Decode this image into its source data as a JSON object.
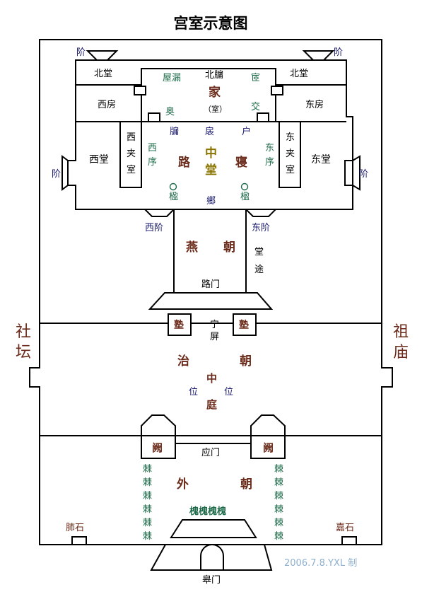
{
  "title": "宫室示意图",
  "side": {
    "left": [
      "社",
      "坛"
    ],
    "right": [
      "祖",
      "庙"
    ]
  },
  "stairs": {
    "top_left": "阶",
    "top_right": "阶",
    "left": "阶",
    "right": "阶",
    "west": "西阶",
    "east": "东阶"
  },
  "upper": {
    "north_hall_left": "北堂",
    "north_hall_right": "北堂",
    "west_room": "西房",
    "east_room": "东房",
    "wuliu": "屋漏",
    "beiyong": "北牖",
    "yi": "宧",
    "jia": "家",
    "shi": "（室）",
    "ao": "奥",
    "yao": "交",
    "west_hall": "西堂",
    "east_hall": "东堂",
    "west_side_room": [
      "西",
      "夹",
      "室"
    ],
    "east_side_room": [
      "东",
      "夹",
      "室"
    ],
    "west_xu": [
      "西",
      "序"
    ],
    "east_xu": [
      "东",
      "序"
    ],
    "yong": "牖",
    "yi2": "扆",
    "hu": "户",
    "lu": "路",
    "qin": "寝",
    "zhongtang": [
      "中",
      "堂"
    ],
    "ying_left": "楹",
    "ying_right": "楹",
    "xiang": "鄉"
  },
  "yanchao": {
    "yan": "燕",
    "chao": "朝",
    "tangtu": [
      "堂",
      "途"
    ],
    "lumen": "路门",
    "shu_left": "塾",
    "shu_right": "塾",
    "ningping": [
      "宁",
      "屏"
    ]
  },
  "zhichao": {
    "zhi": "治",
    "chao": "朝",
    "zhong": "中",
    "ting": "庭",
    "wei_left": "位",
    "wei_right": "位"
  },
  "waichao": {
    "que_left": "阙",
    "que_right": "阙",
    "yingmen": "应门",
    "wai": "外",
    "chao": "朝",
    "ji": "棘",
    "huai": "槐槐槐槐",
    "feishi": "肺石",
    "jiashi": "嘉石",
    "gaomen": "皋门"
  },
  "credit": "2006.7.8.YXL 制"
}
